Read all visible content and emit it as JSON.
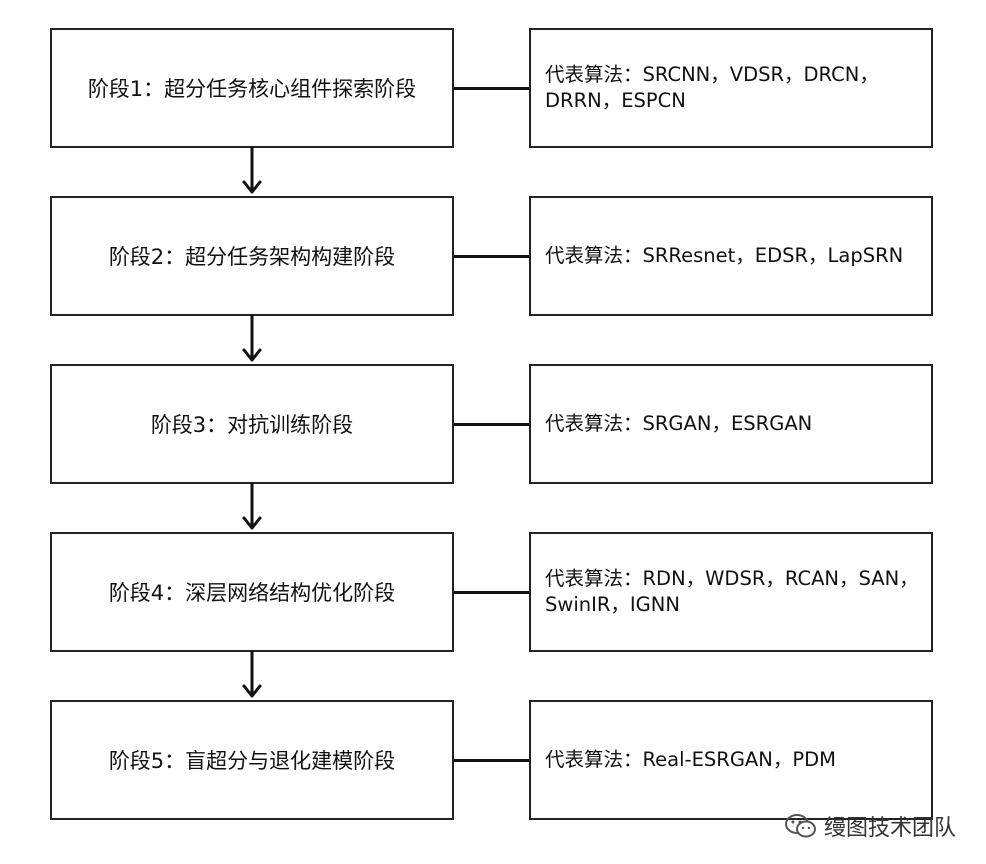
{
  "stages": [
    {
      "label": "阶段1：超分任务核心组件探索阶段",
      "algorithms": "代表算法：SRCNN，VDSR，DRCN，DRRN，ESPCN"
    },
    {
      "label": "阶段2：超分任务架构构建阶段",
      "algorithms": "代表算法：SRResnet，EDSR，LapSRN"
    },
    {
      "label": "阶段3：对抗训练阶段",
      "algorithms": "代表算法：SRGAN，ESRGAN"
    },
    {
      "label": "阶段4：深层网络结构优化阶段",
      "algorithms": "代表算法：RDN，WDSR，RCAN，SAN，SwinIR，IGNN"
    },
    {
      "label": "阶段5：盲超分与退化建模阶段",
      "algorithms": "代表算法：Real-ESRGAN，PDM"
    }
  ],
  "watermark": {
    "text": "缦图技术团队",
    "icon": "wechat-icon"
  },
  "colors": {
    "border": "#222222",
    "text": "#111111"
  }
}
